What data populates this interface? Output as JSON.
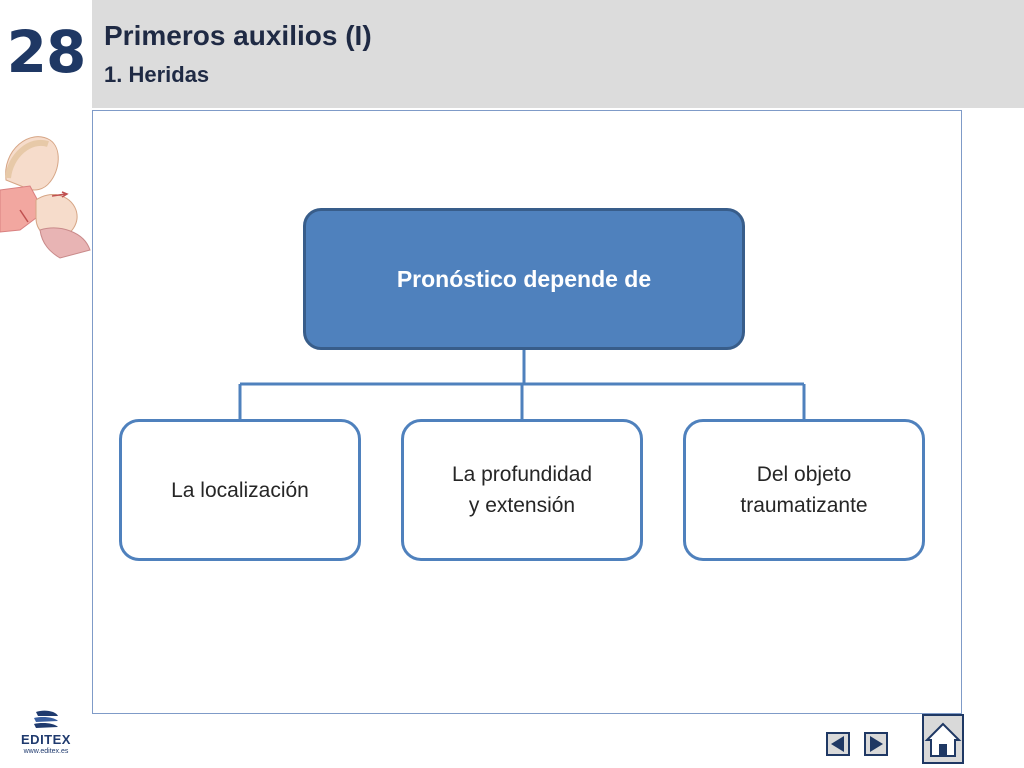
{
  "header": {
    "unit_number": "28",
    "title": "Primeros auxilios (I)",
    "subtitle": "1. Heridas"
  },
  "diagram": {
    "root": "Pronóstico depende de",
    "children": [
      {
        "line1": "La localización",
        "line2": ""
      },
      {
        "line1": "La profundidad",
        "line2": "y extensión"
      },
      {
        "line1": "Del objeto",
        "line2": "traumatizante"
      }
    ]
  },
  "footer": {
    "logo_name": "EDITEX",
    "logo_url": "www.editex.es"
  },
  "colors": {
    "root_fill": "#4f81bd",
    "root_border": "#385d8a",
    "child_border": "#4f81bd",
    "connector": "#4f81bd",
    "title_text": "#1f2a44",
    "header_bg": "#dcdcdc"
  },
  "icons": {
    "prev": "triangle-left-icon",
    "next": "triangle-right-icon",
    "home": "house-icon"
  }
}
